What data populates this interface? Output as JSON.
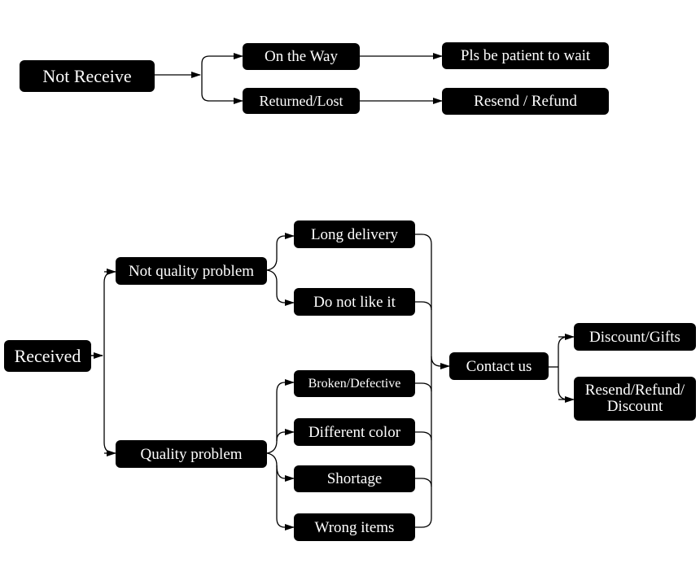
{
  "flow_not_received": {
    "root": "Not Receive",
    "on_the_way": "On the Way",
    "returned_lost": "Returned/Lost",
    "wait": "Pls be patient to wait",
    "resend_refund": "Resend / Refund"
  },
  "flow_received": {
    "root": "Received",
    "not_quality": "Not quality problem",
    "quality": "Quality problem",
    "long_delivery": "Long delivery",
    "dislike": "Do not like it",
    "broken": "Broken/Defective",
    "diff_color": "Different color",
    "shortage": "Shortage",
    "wrong_items": "Wrong items",
    "contact": "Contact us",
    "discount_gifts": "Discount/Gifts",
    "resend_refund_discount": "Resend/Refund/\nDiscount"
  },
  "colors": {
    "node_fill": "#000000",
    "node_text": "#ffffff",
    "connector": "#000000",
    "background": "#ffffff"
  }
}
